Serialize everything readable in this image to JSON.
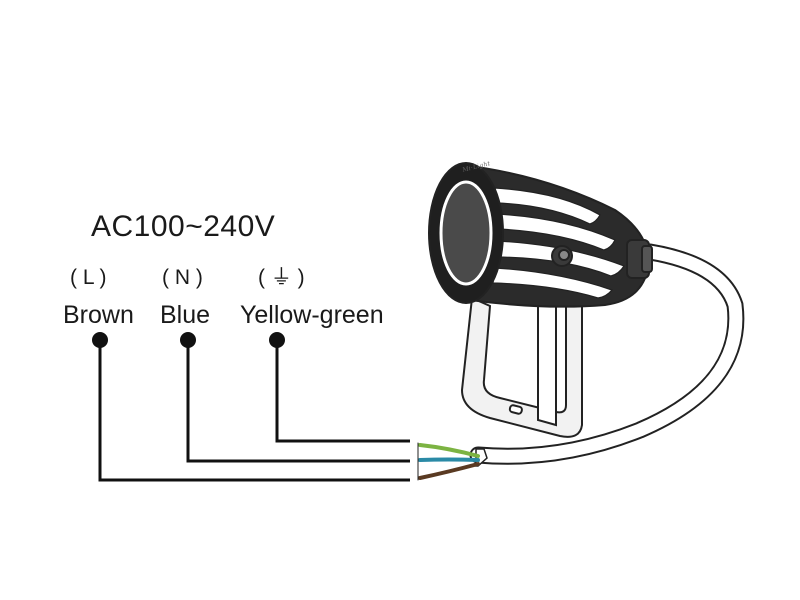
{
  "diagram": {
    "voltage": "AC100~240V",
    "wires": [
      {
        "code": "( L )",
        "name": "Brown",
        "color": "#5a3a22"
      },
      {
        "code": "( N )",
        "name": "Blue",
        "color": "#2a8aa6"
      },
      {
        "code": "( ⏚ )",
        "name": "Yellow-green",
        "color": "#7cb342"
      }
    ],
    "lamp_logo": "Mi·Light",
    "line_color": "#111111"
  }
}
